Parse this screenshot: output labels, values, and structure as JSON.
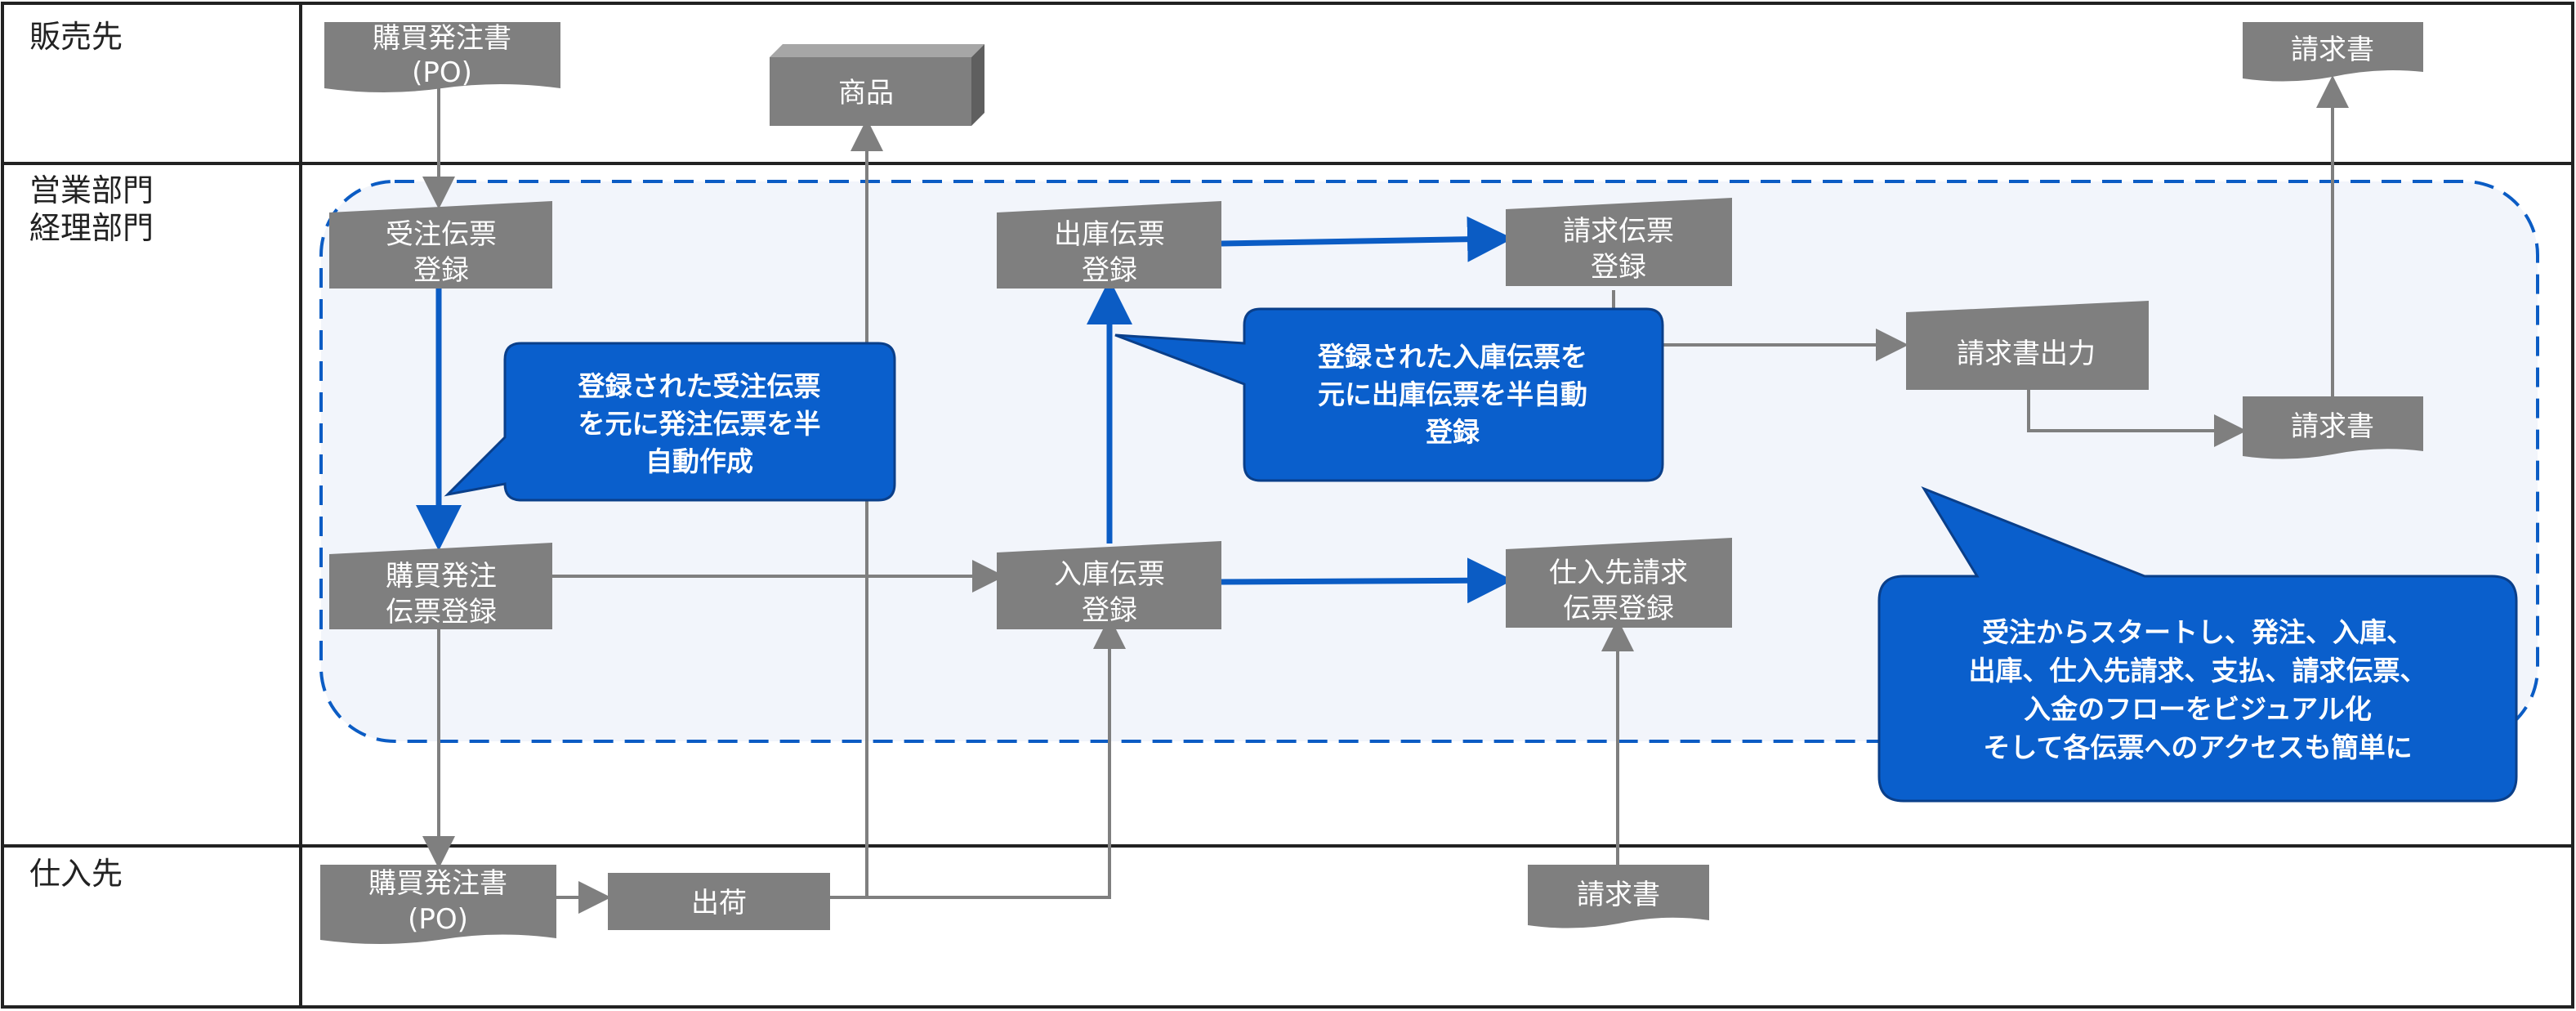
{
  "lanes": {
    "customer": "販売先",
    "sales_line1": "営業部門",
    "sales_line2": "経理部門",
    "supplier": "仕入先"
  },
  "nodes": {
    "po_customer": [
      "購買発注書",
      "(PO)"
    ],
    "product": [
      "商品"
    ],
    "invoice_customer": [
      "請求書"
    ],
    "order_slip": [
      "受注伝票",
      "登録"
    ],
    "shipping_slip": [
      "出庫伝票",
      "登録"
    ],
    "billing_slip": [
      "請求伝票",
      "登録"
    ],
    "invoice_output": [
      "請求書出力"
    ],
    "invoice_internal": [
      "請求書"
    ],
    "purchase_order_slip": [
      "購買発注",
      "伝票登録"
    ],
    "receiving_slip": [
      "入庫伝票",
      "登録"
    ],
    "supplier_invoice_slip": [
      "仕入先請求",
      "伝票登録"
    ],
    "po_supplier": [
      "購買発注書",
      "(PO)"
    ],
    "shipment": [
      "出荷"
    ],
    "invoice_supplier": [
      "請求書"
    ]
  },
  "callouts": {
    "order_to_po": [
      "登録された受注伝票",
      "を元に発注伝票を半",
      "自動作成"
    ],
    "receive_to_ship": [
      "登録された入庫伝票を",
      "元に出庫伝票を半自動",
      "登録"
    ],
    "summary": [
      "受注からスタートし、発注、入庫、",
      "出庫、仕入先請求、支払、請求伝票、",
      "入金のフローをビジュアル化",
      "そして各伝票へのアクセスも簡単に"
    ]
  },
  "colors": {
    "node_fill": "#7f7f7f",
    "product_top": "#a6a6a6",
    "product_side": "#5f5f5f",
    "connector": "#7f7f7f",
    "accent_blue": "#0b5cc4",
    "callout_fill": "#0a5fcc",
    "callout_stroke": "#0a3f8a",
    "region_fill": "#f2f5fb",
    "grid_line": "#222222"
  }
}
